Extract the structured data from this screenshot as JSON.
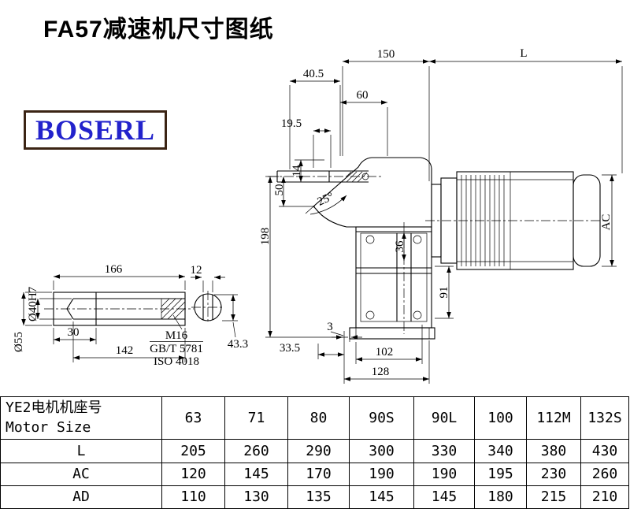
{
  "page": {
    "title": "FA57减速机尺寸图纸",
    "logo": "BOSERL"
  },
  "drawing": {
    "dims": {
      "w150": "150",
      "L": "L",
      "w40_5": "40.5",
      "w60": "60",
      "w19_5": "19.5",
      "h14": "14",
      "h50": "50",
      "ang25": "25°",
      "h198": "198",
      "h36": "36",
      "h91": "91",
      "ac": "AC",
      "n3": "3",
      "w33_5": "33.5",
      "w102": "102",
      "w128": "128",
      "w166": "166",
      "w12": "12",
      "w30": "30",
      "w142": "142",
      "d55": "Ø55",
      "d40": "Ø40H7",
      "h43_3": "43.3",
      "m16": "M16",
      "gbt": "GB/T 5781",
      "iso": "ISO 4018"
    }
  },
  "table": {
    "motor_label_cn": "YE2电机机座号",
    "motor_label_en": "Motor Size",
    "sizes": [
      "63",
      "71",
      "80",
      "90S",
      "90L",
      "100",
      "112M",
      "132S"
    ],
    "rows": [
      {
        "label": "L",
        "values": [
          "205",
          "260",
          "290",
          "300",
          "330",
          "340",
          "380",
          "430"
        ]
      },
      {
        "label": "AC",
        "values": [
          "120",
          "145",
          "170",
          "190",
          "190",
          "195",
          "230",
          "260"
        ]
      },
      {
        "label": "AD",
        "values": [
          "110",
          "130",
          "135",
          "145",
          "145",
          "180",
          "215",
          "210"
        ]
      }
    ]
  }
}
